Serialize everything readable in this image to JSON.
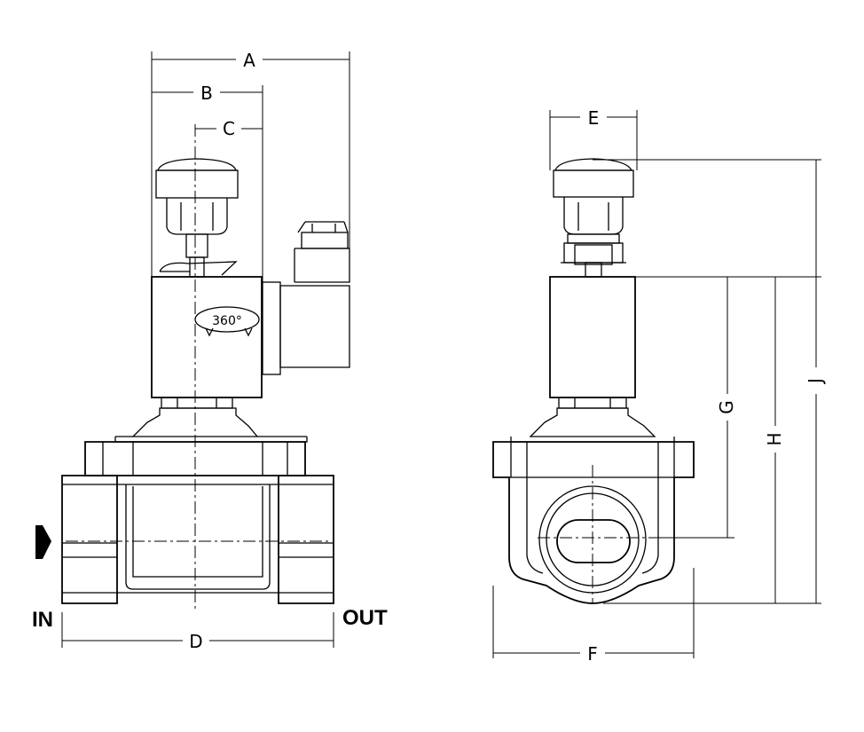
{
  "dimensions": {
    "a": "A",
    "b": "B",
    "c": "C",
    "d": "D",
    "e": "E",
    "f": "F",
    "g": "G",
    "h": "H",
    "j": "J"
  },
  "ports": {
    "inlet": "IN",
    "outlet": "OUT"
  },
  "coil_rotation": "360°"
}
